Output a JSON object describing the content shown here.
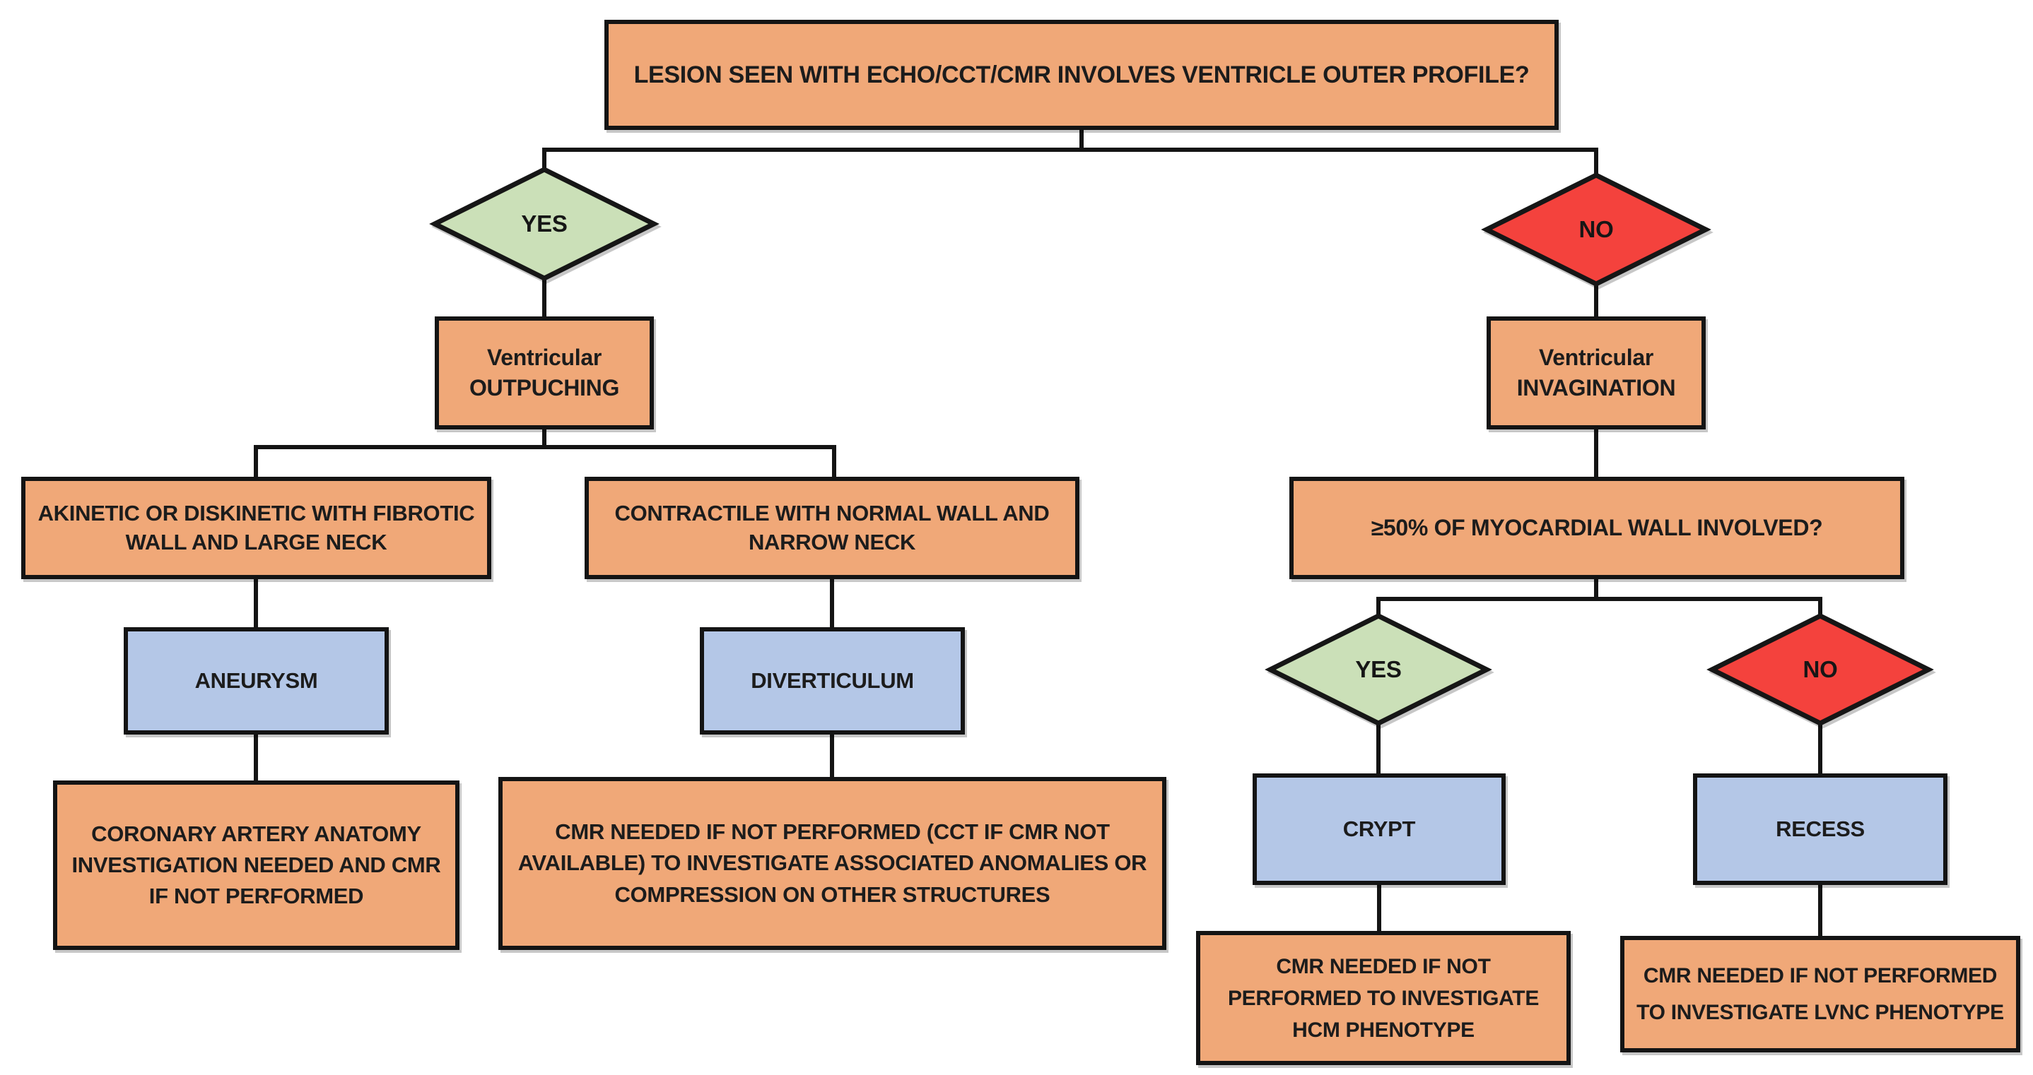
{
  "palette": {
    "box_orange": "#F0A878",
    "box_blue": "#B4C7E7",
    "diamond_green": "#CBE0B8",
    "diamond_red": "#F4423C",
    "outline_black": "#141414",
    "background": "#FFFFFF"
  },
  "nodes": {
    "root": {
      "label": "LESION SEEN WITH ECHO/CCT/CMR INVOLVES VENTRICLE OUTER PROFILE?"
    },
    "yes_left": {
      "label": "YES"
    },
    "no_top": {
      "label": "NO"
    },
    "outpouching": {
      "label": "Ventricular\nOUTPUCHING"
    },
    "invagination": {
      "label": "Ventricular\nINVAGINATION"
    },
    "akinetic": {
      "label": "AKINETIC OR DISKINETIC WITH FIBROTIC\nWALL AND LARGE NECK"
    },
    "contractile": {
      "label": "CONTRACTILE WITH NORMAL WALL AND\nNARROW NECK"
    },
    "myocardial": {
      "label": "≥50% OF MYOCARDIAL WALL INVOLVED?"
    },
    "aneurysm": {
      "label": "ANEURYSM"
    },
    "diverticulum": {
      "label": "DIVERTICULUM"
    },
    "coronary": {
      "label": "CORONARY ARTERY ANATOMY\nINVESTIGATION NEEDED AND CMR\nIF NOT PERFORMED"
    },
    "cmr_diverticulum": {
      "label": "CMR NEEDED IF NOT PERFORMED (CCT IF CMR NOT\nAVAILABLE) TO INVESTIGATE ASSOCIATED ANOMALIES OR\nCOMPRESSION ON OTHER STRUCTURES"
    },
    "yes_right": {
      "label": "YES"
    },
    "no_bottom": {
      "label": "NO"
    },
    "crypt": {
      "label": "CRYPT"
    },
    "recess": {
      "label": "RECESS"
    },
    "cmr_crypt": {
      "label": "CMR NEEDED IF NOT\nPERFORMED TO INVESTIGATE\nHCM PHENOTYPE"
    },
    "cmr_recess": {
      "label": "CMR NEEDED IF NOT PERFORMED\nTO INVESTIGATE LVNC PHENOTYPE"
    }
  }
}
